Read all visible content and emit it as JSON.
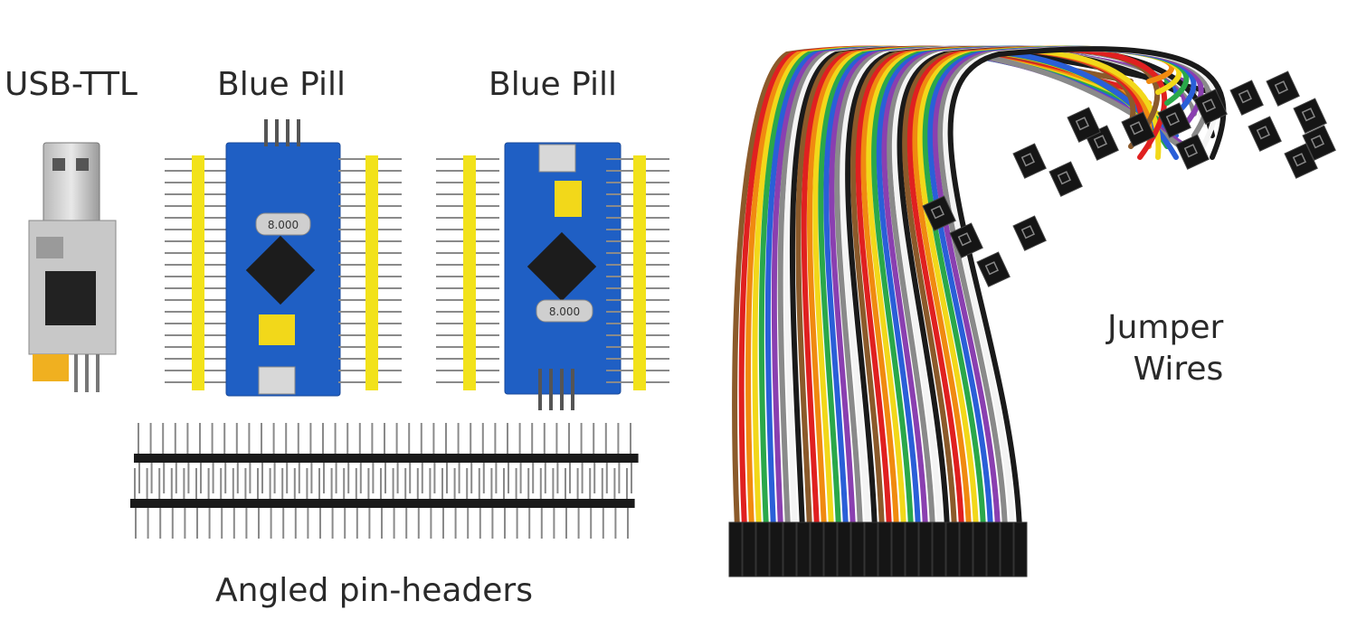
{
  "labels": {
    "usb_ttl": "USB-TTL",
    "blue_pill_left": "Blue Pill",
    "blue_pill_right": "Blue Pill",
    "angled_headers": "Angled pin-headers",
    "jumper_line1": "Jumper",
    "jumper_line2": "Wires"
  },
  "chip_text": {
    "crystal_left": "8.000",
    "crystal_right": "8.000"
  },
  "colors": {
    "board_blue": "#1f5fc4",
    "header_yellow": "#f2e21a",
    "wire_palette": [
      "#8b5a2b",
      "#e02020",
      "#f08a10",
      "#f2d81a",
      "#2aa84a",
      "#2a5fd8",
      "#8a3fb0",
      "#8a8a8a",
      "#f4f4f4",
      "#1a1a1a"
    ]
  }
}
